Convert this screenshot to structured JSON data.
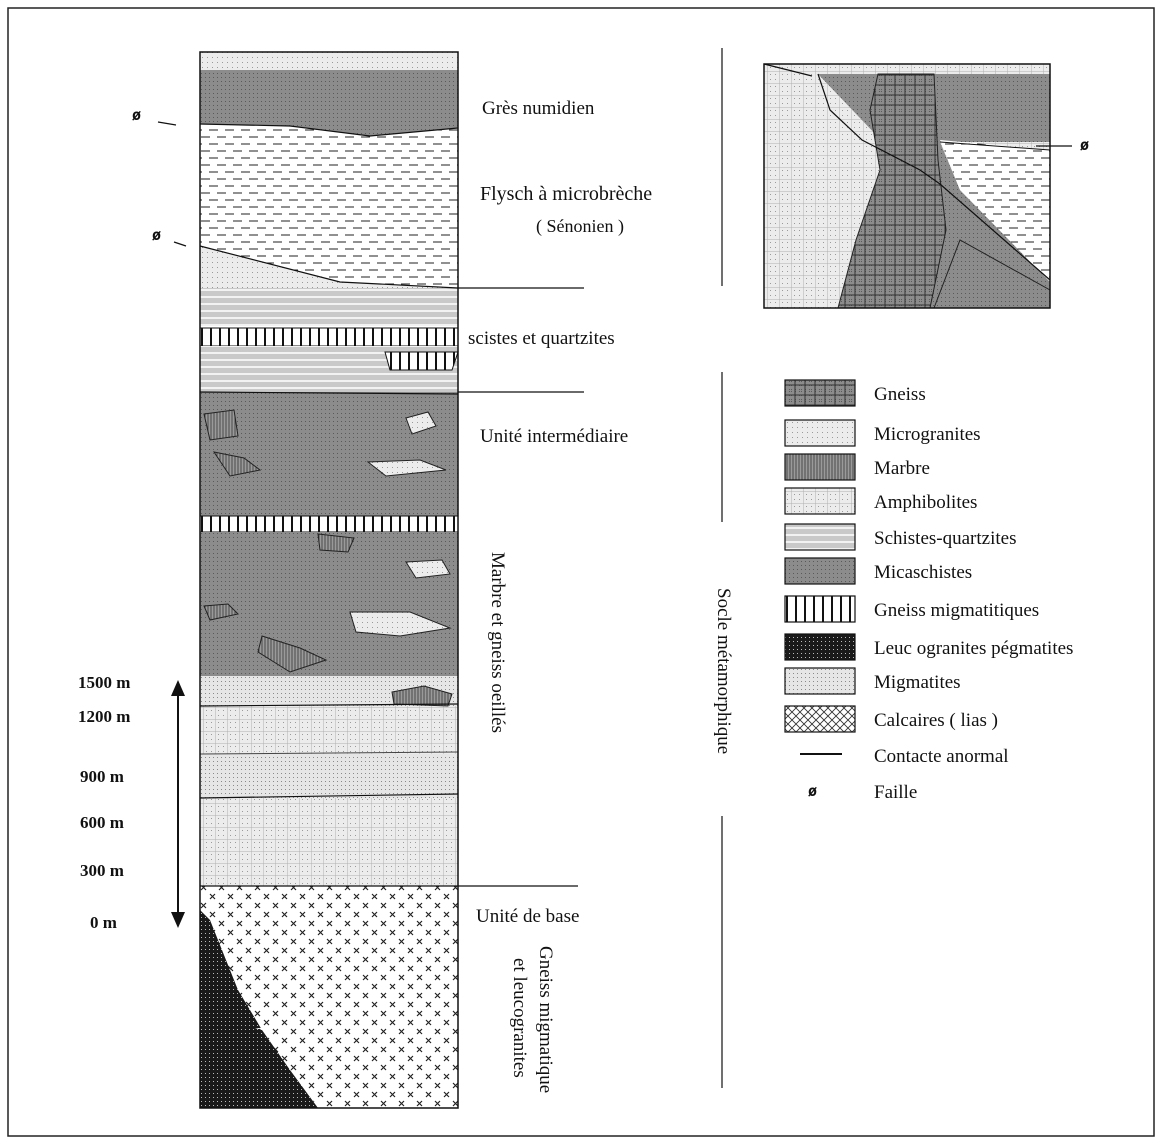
{
  "column_labels": {
    "gres": "Grès numidien",
    "flysch_1": "Flysch à microbrèche",
    "flysch_2": "( Sénonien )",
    "scistes": "scistes et quartzites",
    "unite_inter": "Unité intermédiaire",
    "marbre_gneiss": "Marbre et gneiss oeillés",
    "socle": "Socle métamorphique",
    "unite_base": "Unité de base",
    "gneiss_mig_1": "Gneiss migmatique",
    "gneiss_mig_2": "et leucogranites"
  },
  "fault_symbol": "ø",
  "depth_labels": [
    "1500 m",
    "1200 m",
    "900 m",
    "600 m",
    "300 m",
    "0 m"
  ],
  "legend": [
    {
      "pattern": "gneiss",
      "label": "Gneiss"
    },
    {
      "pattern": "microgranites",
      "label": "Microgranites"
    },
    {
      "pattern": "marbre",
      "label": "Marbre"
    },
    {
      "pattern": "amphibolites",
      "label": "Amphibolites"
    },
    {
      "pattern": "schistes",
      "label": "Schistes-quartzites"
    },
    {
      "pattern": "micaschistes",
      "label": "Micaschistes"
    },
    {
      "pattern": "gneiss-mig",
      "label": "Gneiss migmatitiques"
    },
    {
      "pattern": "leucogranites",
      "label": "Leuc ogranites pégmatites"
    },
    {
      "pattern": "migmatites",
      "label": "Migmatites"
    },
    {
      "pattern": "calcaires",
      "label": "Calcaires ( lias )"
    },
    {
      "pattern": "contact-line",
      "label": "Contacte anormal"
    },
    {
      "pattern": "fault-symbol",
      "label": "Faille"
    }
  ]
}
